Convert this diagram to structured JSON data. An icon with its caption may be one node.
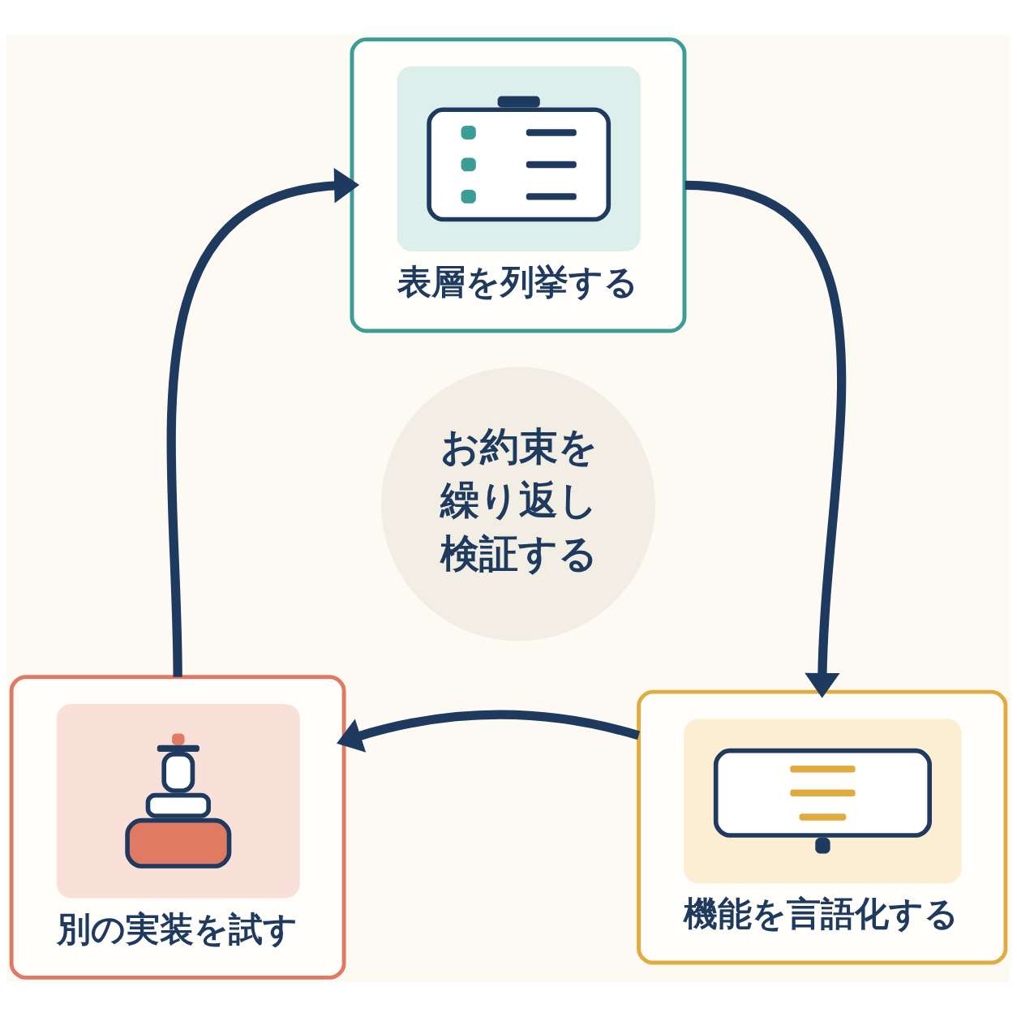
{
  "diagram": {
    "nodes": [
      {
        "text": [
          "表層を列挙する"
        ]
      },
      {
        "text": [
          "機能を言語化する"
        ]
      },
      {
        "text": [
          "別の実装を試す"
        ]
      },
      {
        "text": [
          "お約束を繰り返し検証する"
        ]
      }
    ],
    "edges": [
      {
        "from": 0,
        "to": 1,
        "arrow": "to"
      },
      {
        "from": 1,
        "to": 2,
        "arrow": "to"
      },
      {
        "from": 2,
        "to": 0,
        "arrow": "to"
      }
    ]
  }
}
